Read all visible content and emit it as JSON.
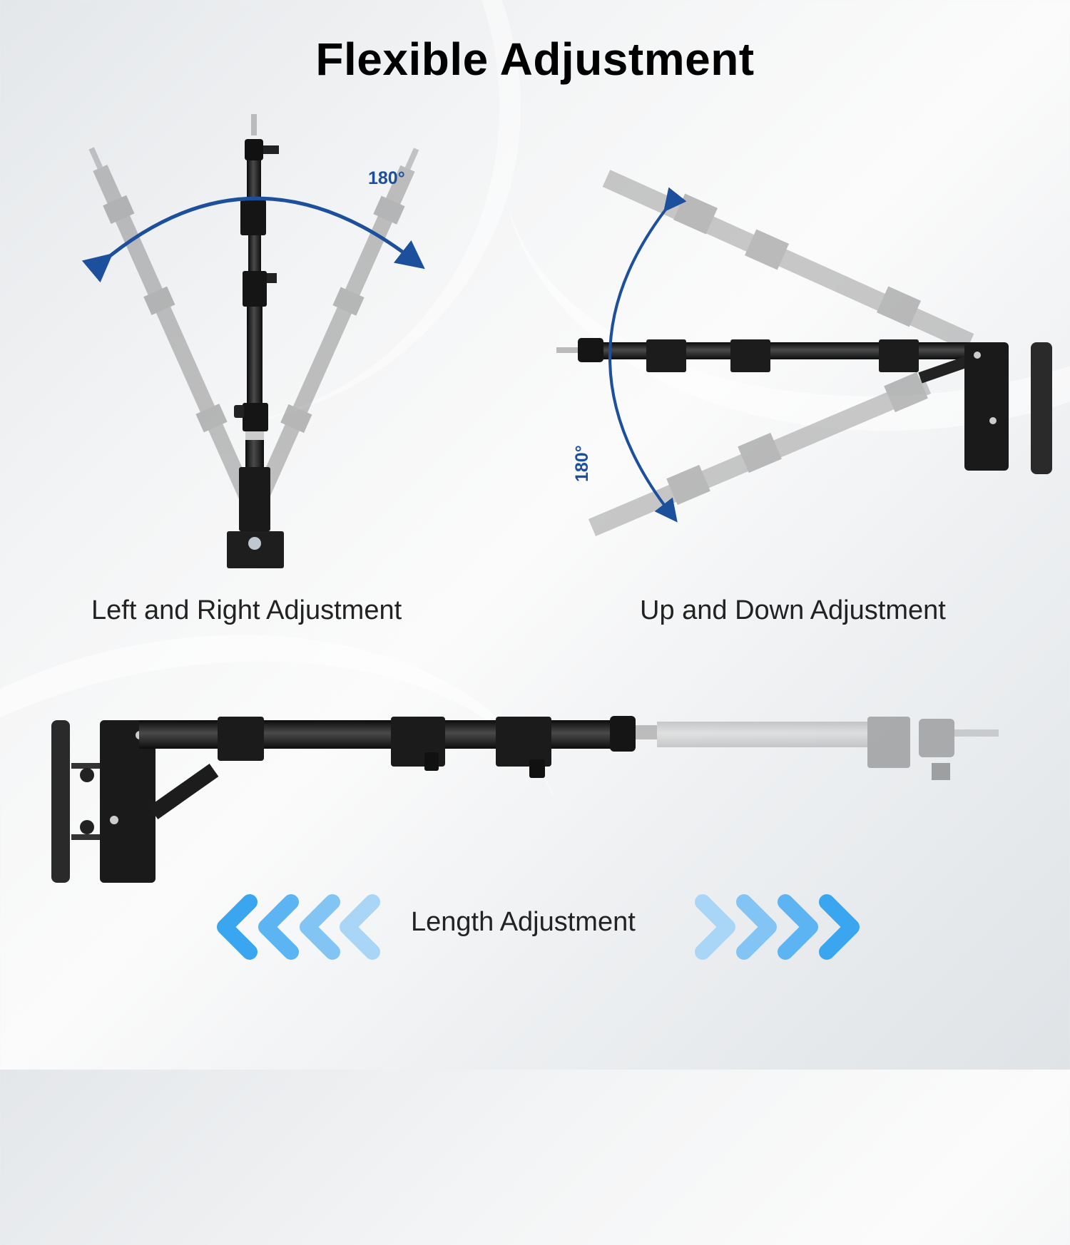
{
  "header": {
    "title": "Flexible Adjustment"
  },
  "panels": {
    "left_right": {
      "caption": "Left and Right Adjustment",
      "angle_label": "180°"
    },
    "up_down": {
      "caption": "Up and Down Adjustment",
      "angle_label": "180°"
    },
    "length": {
      "caption": "Length Adjustment"
    }
  },
  "icons": {
    "left_chevrons": [
      "chevron-left-icon",
      "chevron-left-icon",
      "chevron-left-icon",
      "chevron-left-icon"
    ],
    "right_chevrons": [
      "chevron-right-icon",
      "chevron-right-icon",
      "chevron-right-icon",
      "chevron-right-icon"
    ]
  },
  "colors": {
    "arc_blue": "#1c4f9c",
    "chevron_dark": "#3aa6f0",
    "chevron_light": "#a9d6f7",
    "metal_black": "#1a1a1a",
    "ghost_gray": "#a8a8a8"
  }
}
